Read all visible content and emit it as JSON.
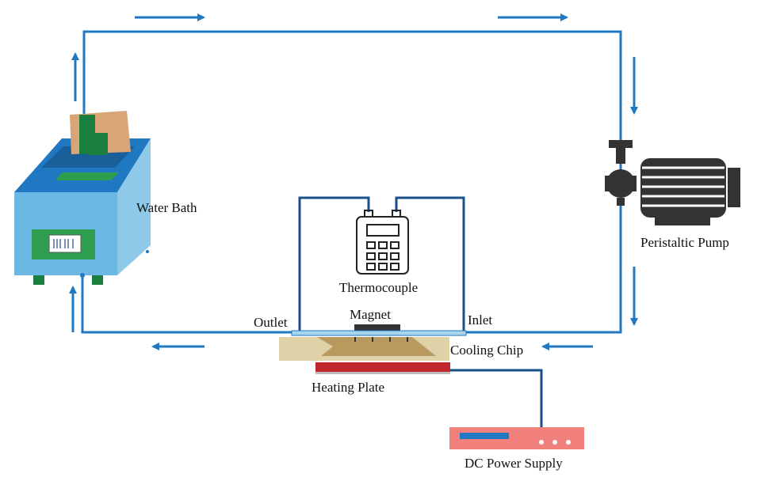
{
  "labels": {
    "water_bath": "Water Bath",
    "peristaltic_pump": "Peristaltic Pump",
    "thermocouple": "Thermocouple",
    "magnet": "Magnet",
    "outlet": "Outlet",
    "inlet": "Inlet",
    "cooling_chip": "Cooling Chip",
    "heating_plate": "Heating Plate",
    "dc_power_supply": "DC Power Supply"
  },
  "colors": {
    "pipe": "#1f78c1",
    "bath_body": "#6bb8e4",
    "bath_top": "#1f78c1",
    "chip": "#d8c8a0",
    "heating": "#c0272d",
    "power_supply": "#f2817b",
    "pump": "#333333"
  },
  "icons": [
    "water-bath-icon",
    "peristaltic-pump-icon",
    "thermocouple-meter-icon",
    "dc-power-supply-icon"
  ]
}
